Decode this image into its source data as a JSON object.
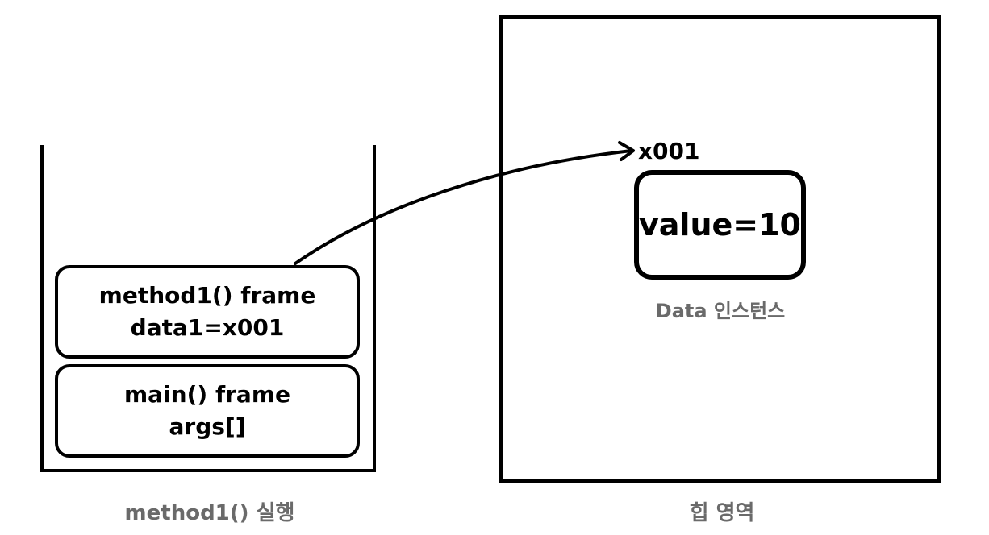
{
  "stack": {
    "frames": [
      {
        "line1": "method1() frame",
        "line2": "data1=x001"
      },
      {
        "line1": "main() frame",
        "line2": "args[]"
      }
    ],
    "caption": "method1() 실행"
  },
  "heap": {
    "reference": "x001",
    "instance_value": "value=10",
    "instance_caption": "Data 인스턴스",
    "caption": "힙 영역"
  },
  "colors": {
    "stroke": "#000000",
    "caption": "#6a6a6a"
  }
}
